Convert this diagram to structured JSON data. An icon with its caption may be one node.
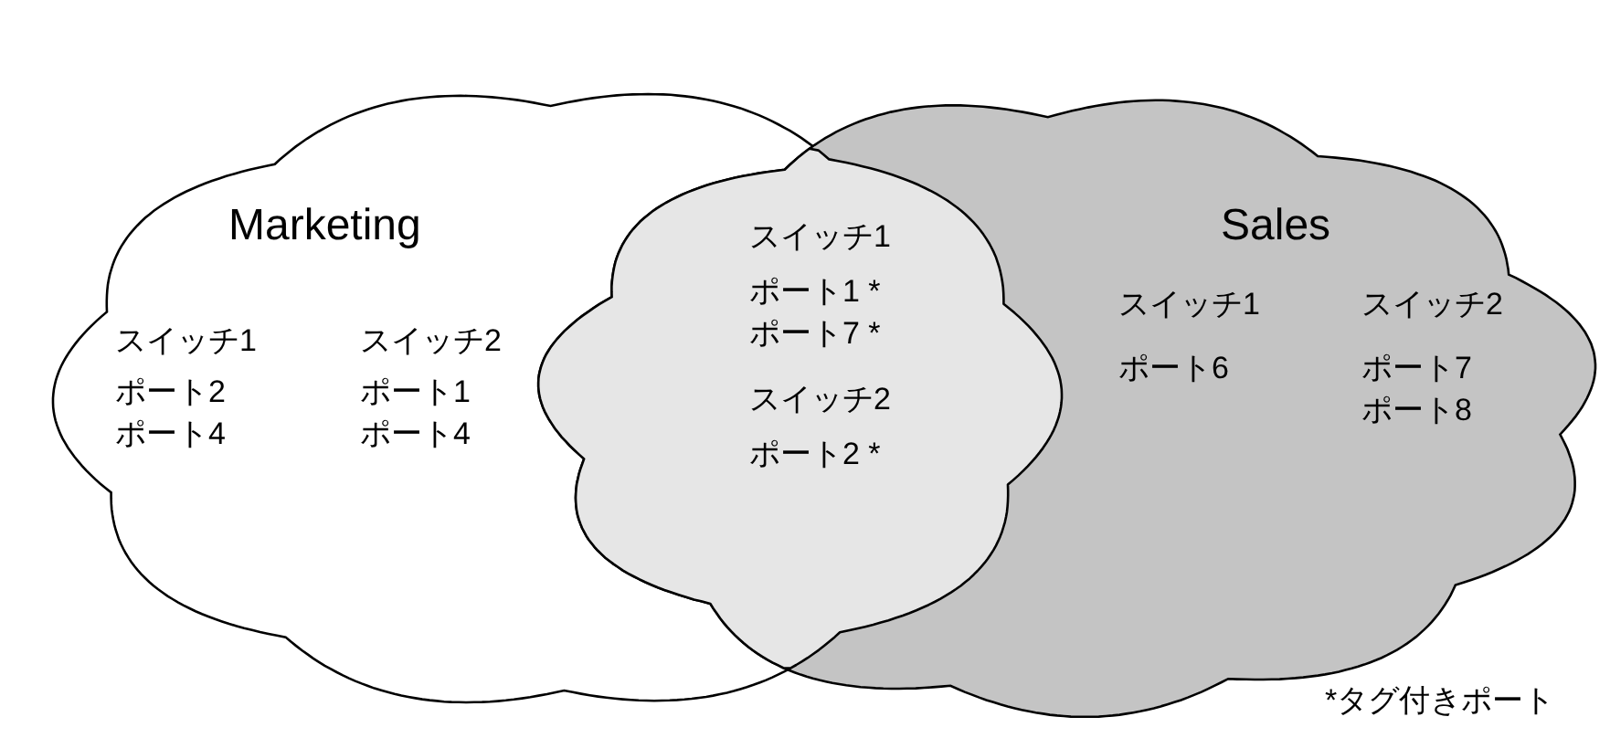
{
  "diagram": {
    "nodes": [
      {
        "text": [
          "Marketing",
          "スイッチ1",
          "ポート2 ポート4",
          "スイッチ2",
          "ポート1 ポート4"
        ]
      },
      {
        "text": [
          "Sales",
          "スイッチ1",
          "ポート6",
          "スイッチ2",
          "ポート7 ポート8"
        ]
      },
      {
        "text": [
          "スイッチ1",
          "ポート1 * ポート7 *",
          "スイッチ2",
          "ポート2 *"
        ]
      }
    ],
    "labels": [
      "*タグ付きポート"
    ]
  }
}
